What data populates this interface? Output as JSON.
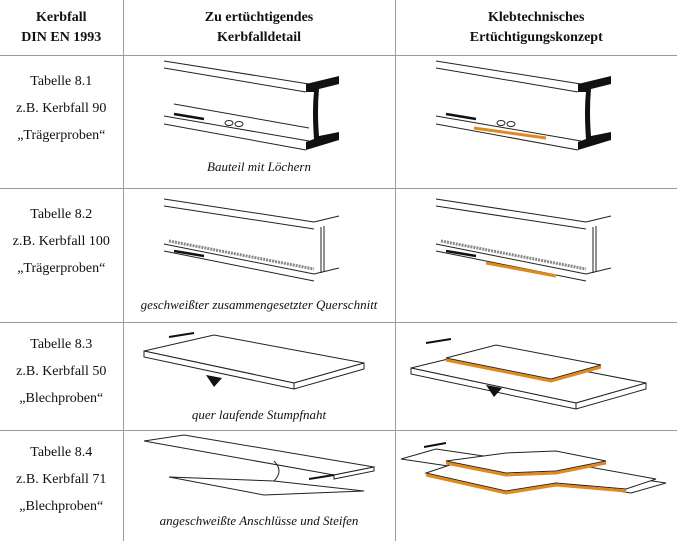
{
  "headers": {
    "col1": [
      "Kerbfall",
      "DIN EN 1993"
    ],
    "col2": [
      "Zu ertüchtigendes",
      "Kerbfalldetail"
    ],
    "col3": [
      "Klebtechnisches",
      "Ertüchtigungskonzept"
    ]
  },
  "rows": [
    {
      "lines": [
        "Tabelle 8.1",
        "z.B. Kerbfall 90",
        "„Trägerproben“"
      ],
      "caption": "Bauteil mit Löchern"
    },
    {
      "lines": [
        "Tabelle 8.2",
        "z.B. Kerbfall 100",
        "„Trägerproben“"
      ],
      "caption": "geschweißter zusammengesetzter Querschnitt"
    },
    {
      "lines": [
        "Tabelle 8.3",
        "z.B. Kerbfall 50",
        "„Blechproben“"
      ],
      "caption": "quer laufende Stumpfnaht"
    },
    {
      "lines": [
        "Tabelle 8.4",
        "z.B. Kerbfall 71",
        "„Blechproben“"
      ],
      "caption": "angeschweißte Anschlüsse und Steifen"
    }
  ],
  "colors": {
    "adhesive": "#e08a1e",
    "grid": "#9a9a9a"
  }
}
